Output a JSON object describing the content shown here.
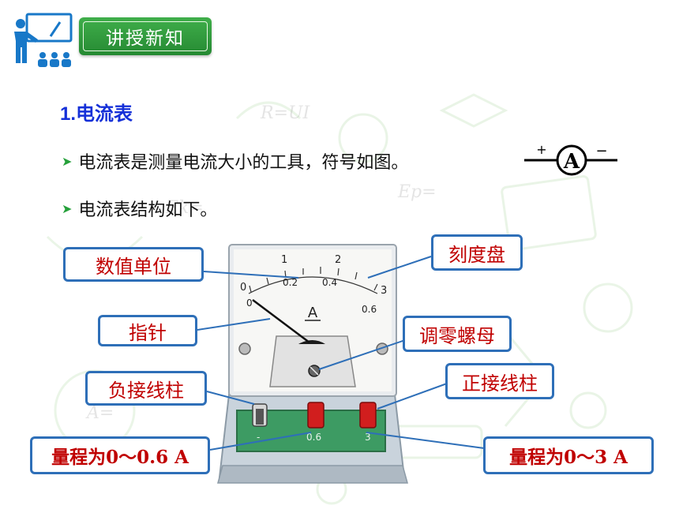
{
  "header": {
    "badge_label": "讲授新知",
    "icon": "teacher-presentation-icon"
  },
  "section": {
    "title": "1.电流表"
  },
  "bullets": [
    {
      "text": "电流表是测量电流大小的工具，符号如图。"
    },
    {
      "text": "电流表结构如下。"
    }
  ],
  "symbol": {
    "plus": "+",
    "letter": "A",
    "minus": "−"
  },
  "meter": {
    "unit_letter": "A",
    "top_scale": [
      "0",
      "1",
      "2",
      "3"
    ],
    "bottom_scale": [
      "0",
      "0.2",
      "0.4",
      "0.6"
    ],
    "terminals": [
      "-",
      "0.6",
      "3"
    ]
  },
  "callouts": {
    "unit": "数值单位",
    "dial": "刻度盘",
    "pointer": "指针",
    "zero_nut": "调零螺母",
    "neg_terminal": "负接线柱",
    "pos_terminal": "正接线柱",
    "range_small": "量程为0～0.6 A",
    "range_large": "量程为0～3 A"
  },
  "colors": {
    "title_blue": "#1530d8",
    "callout_border": "#2e6fb8",
    "callout_text": "#c00000",
    "badge_green": "#3fae4a"
  }
}
